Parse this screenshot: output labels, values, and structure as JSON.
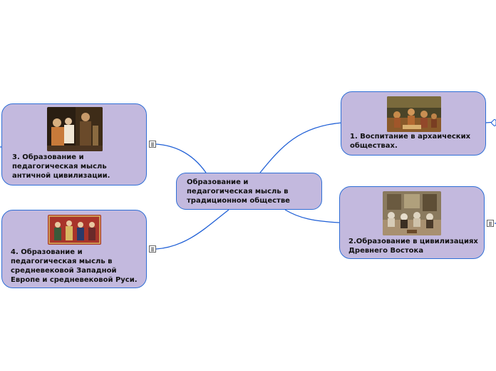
{
  "map": {
    "center": {
      "label": "Образование и педагогическая мысль в традиционном обществе"
    },
    "topics": [
      {
        "id": "t1",
        "label": "1. Воспитание в архаических обществах.",
        "image": "archaic-society-painting"
      },
      {
        "id": "t2",
        "label": "2.Образование в  цивилизациях Древнего Востока",
        "image": "ancient-east-school-painting"
      },
      {
        "id": "t3",
        "label": "3. Образование и педагогическая мысль античной цивилизации.",
        "image": "antique-teaching-painting"
      },
      {
        "id": "t4",
        "label": " 4. Образование и педагогическая мысль в средневековой Западной Европе и средневековой Руси.",
        "image": "medieval-manuscript-miniature"
      }
    ],
    "colors": {
      "node_fill": "#c3b9de",
      "node_border": "#2f6fd6",
      "connector": "#1f5fd6"
    }
  }
}
